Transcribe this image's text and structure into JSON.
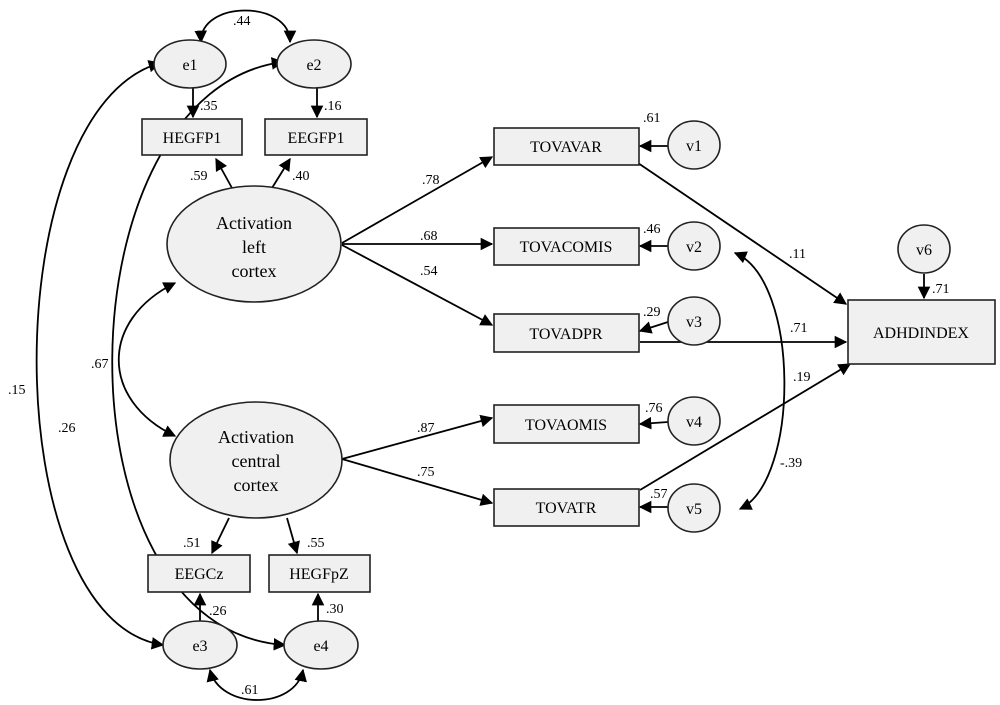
{
  "nodes": {
    "e1": "e1",
    "e2": "e2",
    "e3": "e3",
    "e4": "e4",
    "hegfp1": "HEGFP1",
    "eegfp1": "EEGFP1",
    "eegcz": "EEGCz",
    "hegfpz": "HEGFpZ",
    "left_cortex": [
      "Activation",
      "left",
      "cortex"
    ],
    "central_cortex": [
      "Activation",
      "central",
      "cortex"
    ],
    "tovavar": "TOVAVAR",
    "tovacomis": "TOVACOMIS",
    "tovadpr": "TOVADPR",
    "tovaomis": "TOVAOMIS",
    "tovatr": "TOVATR",
    "adhdindex": "ADHDINDEX",
    "v1": "v1",
    "v2": "v2",
    "v3": "v3",
    "v4": "v4",
    "v5": "v5",
    "v6": "v6"
  },
  "coefficients": {
    "e1_e2": ".44",
    "e1_hegfp1": ".35",
    "e2_eegfp1": ".16",
    "left_hegfp1": ".59",
    "left_eegfp1": ".40",
    "left_central": ".67",
    "e1_e3": ".15",
    "e2_e4": ".26",
    "central_eegcz": ".51",
    "central_hegfpz": ".55",
    "e3_eegcz": ".26",
    "e4_hegfpz": ".30",
    "e3_e4": ".61",
    "left_tovavar": ".78",
    "left_tovacomis": ".68",
    "left_tovadpr": ".54",
    "central_tovaomis": ".87",
    "central_tovatr": ".75",
    "v1_tovavar": ".61",
    "v2_tovacomis": ".46",
    "v3_tovadpr": ".29",
    "v4_tovaomis": ".76",
    "v5_tovatr": ".57",
    "v6_adhd": ".71",
    "tovavar_adhd": ".11",
    "tovadpr_adhd": ".71",
    "tovatr_adhd": ".19",
    "v2_v5": "-.39"
  }
}
